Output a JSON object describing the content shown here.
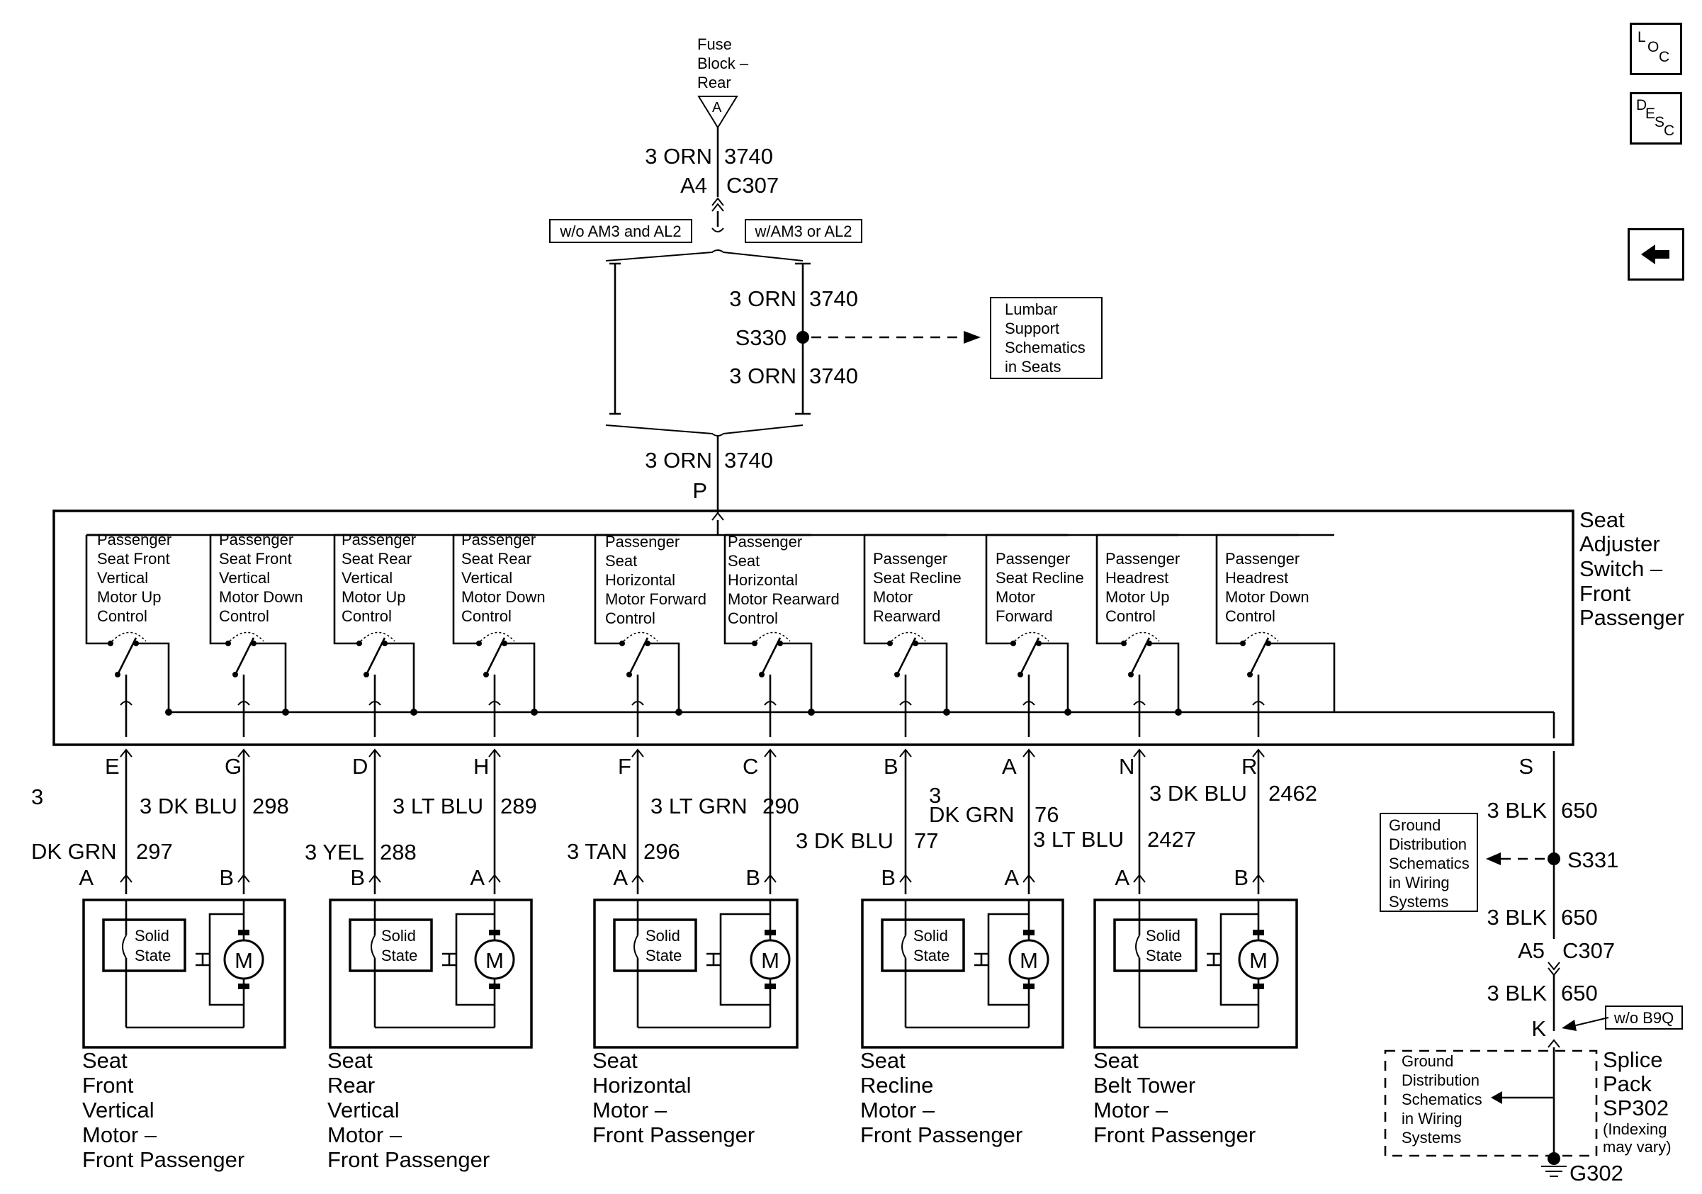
{
  "fuse": {
    "line1": "Fuse",
    "line2": "Block –",
    "line3": "Rear",
    "pin": "A"
  },
  "feed": {
    "w1_gauge": "3 ORN",
    "w1_circ": "3740",
    "c307_pin": "A4",
    "c307": "C307",
    "opt_left": "w/o AM3 and AL2",
    "opt_right": "w/AM3 or AL2",
    "w2_gauge": "3 ORN",
    "w2_circ": "3740",
    "splice": "S330",
    "w3_gauge": "3 ORN",
    "w3_circ": "3740",
    "w4_gauge": "3 ORN",
    "w4_circ": "3740",
    "pin_p": "P"
  },
  "lumbar": {
    "l1": "Lumbar",
    "l2": "Support",
    "l3": "Schematics",
    "l4": "in Seats"
  },
  "switch_title": {
    "l1": "Seat",
    "l2": "Adjuster",
    "l3": "Switch –",
    "l4": "Front",
    "l5": "Passenger"
  },
  "controls": [
    {
      "l1": "Passenger",
      "l2": "Seat Front",
      "l3": "Vertical",
      "l4": "Motor Up",
      "l5": "Control"
    },
    {
      "l1": "Passenger",
      "l2": "Seat Front",
      "l3": "Vertical",
      "l4": "Motor Down",
      "l5": "Control"
    },
    {
      "l1": "Passenger",
      "l2": "Seat Rear",
      "l3": "Vertical",
      "l4": "Motor Up",
      "l5": "Control"
    },
    {
      "l1": "Passenger",
      "l2": "Seat Rear",
      "l3": "Vertical",
      "l4": "Motor Down",
      "l5": "Control"
    },
    {
      "l1": "Passenger",
      "l2": "Seat",
      "l3": "Horizontal",
      "l4": "Motor Forward",
      "l5": "Control"
    },
    {
      "l1": "Passenger",
      "l2": "Seat",
      "l3": "Horizontal",
      "l4": "Motor Rearward",
      "l5": "Control"
    },
    {
      "l1": "Passenger",
      "l2": "Seat Recline",
      "l3": "Motor",
      "l4": "Rearward",
      "l5": ""
    },
    {
      "l1": "Passenger",
      "l2": "Seat Recline",
      "l3": "Motor",
      "l4": "Forward",
      "l5": ""
    },
    {
      "l1": "Passenger",
      "l2": "Headrest",
      "l3": "Motor Up",
      "l4": "Control",
      "l5": ""
    },
    {
      "l1": "Passenger",
      "l2": "Headrest",
      "l3": "Motor Down",
      "l4": "Control",
      "l5": ""
    }
  ],
  "pins": [
    "E",
    "G",
    "D",
    "H",
    "F",
    "C",
    "B",
    "A",
    "N",
    "R",
    "S"
  ],
  "wires": [
    {
      "gauge1": "3",
      "gauge2": "DK GRN",
      "circ": "297"
    },
    {
      "gauge": "3 DK BLU",
      "circ": "298"
    },
    {
      "gauge": "3 YEL",
      "circ": "288"
    },
    {
      "gauge": "3 LT BLU",
      "circ": "289"
    },
    {
      "gauge": "3 TAN",
      "circ": "296"
    },
    {
      "gauge": "3 LT GRN",
      "circ": "290"
    },
    {
      "gauge": "3 DK BLU",
      "circ": "77"
    },
    {
      "gauge1": "3",
      "gauge2": "DK GRN",
      "circ": "76"
    },
    {
      "gauge": "3 LT BLU",
      "circ": "2427"
    },
    {
      "gauge": "3 DK BLU",
      "circ": "2462"
    }
  ],
  "motor_pins": [
    "A",
    "B",
    "B",
    "A",
    "A",
    "B",
    "B",
    "A",
    "A",
    "B"
  ],
  "solid_state": {
    "l1": "Solid",
    "l2": "State"
  },
  "motor_symbol": "M",
  "motors": [
    {
      "l1": "Seat",
      "l2": "Front",
      "l3": "Vertical",
      "l4": "Motor –",
      "l5": "Front Passenger"
    },
    {
      "l1": "Seat",
      "l2": "Rear",
      "l3": "Vertical",
      "l4": "Motor –",
      "l5": "Front Passenger"
    },
    {
      "l1": "Seat",
      "l2": "Horizontal",
      "l3": "Motor –",
      "l4": "Front Passenger",
      "l5": ""
    },
    {
      "l1": "Seat",
      "l2": "Recline",
      "l3": "Motor –",
      "l4": "Front Passenger",
      "l5": ""
    },
    {
      "l1": "Seat",
      "l2": "Belt Tower",
      "l3": "Motor –",
      "l4": "Front Passenger",
      "l5": ""
    }
  ],
  "ground": {
    "w1_gauge": "3 BLK",
    "w1_circ": "650",
    "splice": "S331",
    "w2_gauge": "3 BLK",
    "w2_circ": "650",
    "c307_pin": "A5",
    "c307": "C307",
    "w3_gauge": "3 BLK",
    "w3_circ": "650",
    "pin_k": "K",
    "opt": "w/o B9Q",
    "sp_l1": "Splice",
    "sp_l2": "Pack",
    "sp_l3": "SP302",
    "sp_l4": "(Indexing",
    "sp_l5": "may vary)",
    "g302": "G302"
  },
  "gds": {
    "l1": "Ground",
    "l2": "Distribution",
    "l3": "Schematics",
    "l4": "in Wiring",
    "l5": "Systems"
  },
  "icons": {
    "loc_a": "L",
    "loc_b": "O",
    "loc_c": "C",
    "desc_a": "D",
    "desc_b": "E",
    "desc_c": "S",
    "desc_d": "C"
  }
}
